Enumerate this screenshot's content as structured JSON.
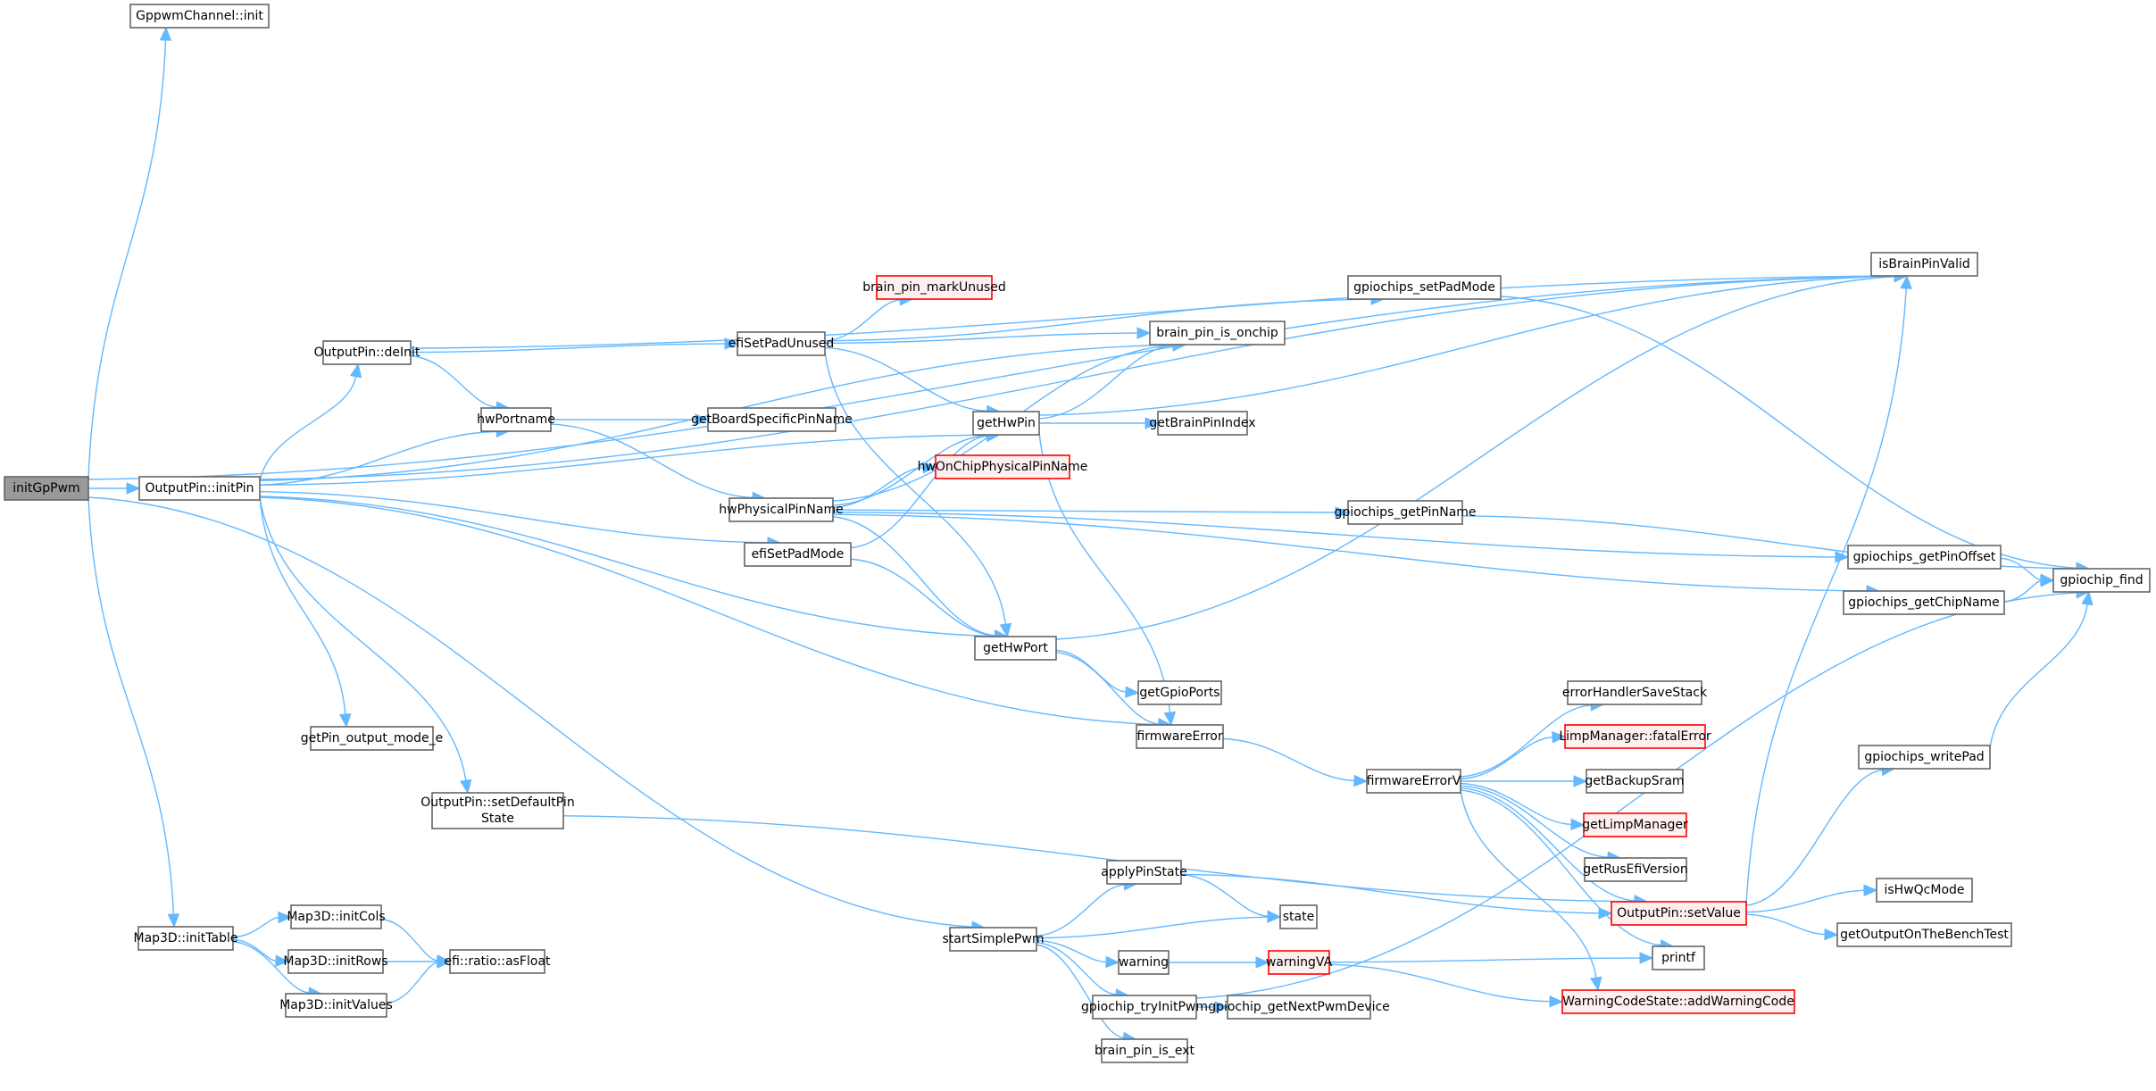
{
  "diagram": {
    "type": "call-graph",
    "root": "initGpPwm",
    "colors": {
      "edge": "#63b8ff",
      "node_border": "#666666",
      "root_fill": "#999999",
      "truncated_border": "#ff0000",
      "truncated_fill": "#fff0f0"
    },
    "nodes": [
      {
        "id": "initGpPwm",
        "label": "initGpPwm",
        "kind": "root"
      },
      {
        "id": "GppwmChannel_init",
        "label": "GppwmChannel::init",
        "kind": "normal"
      },
      {
        "id": "OutputPin_initPin",
        "label": "OutputPin::initPin",
        "kind": "normal"
      },
      {
        "id": "Map3D_initTable",
        "label": "Map3D::initTable",
        "kind": "normal"
      },
      {
        "id": "startSimplePwm",
        "label": "startSimplePwm",
        "kind": "normal"
      },
      {
        "id": "isBrainPinValid",
        "label": "isBrainPinValid",
        "kind": "normal"
      },
      {
        "id": "OutputPin_deInit",
        "label": "OutputPin::deInit",
        "kind": "normal"
      },
      {
        "id": "hwPortname",
        "label": "hwPortname",
        "kind": "normal"
      },
      {
        "id": "getHwPin",
        "label": "getHwPin",
        "kind": "normal"
      },
      {
        "id": "efiSetPadMode",
        "label": "efiSetPadMode",
        "kind": "normal"
      },
      {
        "id": "getHwPort",
        "label": "getHwPort",
        "kind": "normal"
      },
      {
        "id": "firmwareError",
        "label": "firmwareError",
        "kind": "normal"
      },
      {
        "id": "getPin_output_mode_e",
        "label": "getPin_output_mode_e",
        "kind": "normal"
      },
      {
        "id": "OutputPin_setDefaultPinState",
        "label": [
          "OutputPin::setDefaultPin",
          "State"
        ],
        "kind": "normal"
      },
      {
        "id": "brain_pin_is_onchip",
        "label": "brain_pin_is_onchip",
        "kind": "normal"
      },
      {
        "id": "efiSetPadUnused",
        "label": "efiSetPadUnused",
        "kind": "normal"
      },
      {
        "id": "brain_pin_markUnused",
        "label": "brain_pin_markUnused",
        "kind": "truncated"
      },
      {
        "id": "gpiochips_setPadMode",
        "label": "gpiochips_setPadMode",
        "kind": "normal"
      },
      {
        "id": "getBoardSpecificPinName",
        "label": "getBoardSpecificPinName",
        "kind": "normal"
      },
      {
        "id": "hwPhysicalPinName",
        "label": "hwPhysicalPinName",
        "kind": "normal"
      },
      {
        "id": "getBrainPinIndex",
        "label": "getBrainPinIndex",
        "kind": "normal"
      },
      {
        "id": "hwOnChipPhysicalPinName",
        "label": "hwOnChipPhysicalPinName",
        "kind": "truncated"
      },
      {
        "id": "gpiochips_getPinName",
        "label": "gpiochips_getPinName",
        "kind": "normal"
      },
      {
        "id": "gpiochips_getPinOffset",
        "label": "gpiochips_getPinOffset",
        "kind": "normal"
      },
      {
        "id": "gpiochips_getChipName",
        "label": "gpiochips_getChipName",
        "kind": "normal"
      },
      {
        "id": "gpiochip_find",
        "label": "gpiochip_find",
        "kind": "normal"
      },
      {
        "id": "getGpioPorts",
        "label": "getGpioPorts",
        "kind": "normal"
      },
      {
        "id": "firmwareErrorV",
        "label": "firmwareErrorV",
        "kind": "normal"
      },
      {
        "id": "errorHandlerSaveStack",
        "label": "errorHandlerSaveStack",
        "kind": "normal"
      },
      {
        "id": "LimpManager_fatalError",
        "label": "LimpManager::fatalError",
        "kind": "truncated"
      },
      {
        "id": "getBackupSram",
        "label": "getBackupSram",
        "kind": "normal"
      },
      {
        "id": "getLimpManager",
        "label": "getLimpManager",
        "kind": "truncated"
      },
      {
        "id": "getRusEfiVersion",
        "label": "getRusEfiVersion",
        "kind": "normal"
      },
      {
        "id": "OutputPin_setValue",
        "label": "OutputPin::setValue",
        "kind": "truncated"
      },
      {
        "id": "gpiochips_writePad",
        "label": "gpiochips_writePad",
        "kind": "normal"
      },
      {
        "id": "isHwQcMode",
        "label": "isHwQcMode",
        "kind": "normal"
      },
      {
        "id": "getOutputOnTheBenchTest",
        "label": "getOutputOnTheBenchTest",
        "kind": "normal"
      },
      {
        "id": "printf",
        "label": "printf",
        "kind": "normal"
      },
      {
        "id": "WarningCodeState_addWarningCode",
        "label": "WarningCodeState::addWarningCode",
        "kind": "truncated"
      },
      {
        "id": "applyPinState",
        "label": "applyPinState",
        "kind": "normal"
      },
      {
        "id": "state",
        "label": "state",
        "kind": "normal"
      },
      {
        "id": "warning",
        "label": "warning",
        "kind": "normal"
      },
      {
        "id": "warningVA",
        "label": "warningVA",
        "kind": "truncated"
      },
      {
        "id": "gpiochip_tryInitPwm",
        "label": "gpiochip_tryInitPwm",
        "kind": "normal"
      },
      {
        "id": "gpiochip_getNextPwmDevice",
        "label": "gpiochip_getNextPwmDevice",
        "kind": "normal"
      },
      {
        "id": "brain_pin_is_ext",
        "label": "brain_pin_is_ext",
        "kind": "normal"
      },
      {
        "id": "Map3D_initCols",
        "label": "Map3D::initCols",
        "kind": "normal"
      },
      {
        "id": "Map3D_initRows",
        "label": "Map3D::initRows",
        "kind": "normal"
      },
      {
        "id": "Map3D_initValues",
        "label": "Map3D::initValues",
        "kind": "normal"
      },
      {
        "id": "efi_ratio_asFloat",
        "label": "efi::ratio::asFloat",
        "kind": "normal"
      }
    ],
    "edges": [
      [
        "initGpPwm",
        "GppwmChannel_init"
      ],
      [
        "initGpPwm",
        "isBrainPinValid"
      ],
      [
        "initGpPwm",
        "OutputPin_initPin"
      ],
      [
        "initGpPwm",
        "Map3D_initTable"
      ],
      [
        "initGpPwm",
        "startSimplePwm"
      ],
      [
        "OutputPin_initPin",
        "isBrainPinValid"
      ],
      [
        "OutputPin_initPin",
        "brain_pin_is_onchip"
      ],
      [
        "OutputPin_initPin",
        "OutputPin_deInit"
      ],
      [
        "OutputPin_initPin",
        "hwPortname"
      ],
      [
        "OutputPin_initPin",
        "getHwPin"
      ],
      [
        "OutputPin_initPin",
        "efiSetPadMode"
      ],
      [
        "OutputPin_initPin",
        "getHwPort"
      ],
      [
        "OutputPin_initPin",
        "firmwareError"
      ],
      [
        "OutputPin_initPin",
        "getPin_output_mode_e"
      ],
      [
        "OutputPin_initPin",
        "OutputPin_setDefaultPinState"
      ],
      [
        "OutputPin_deInit",
        "isBrainPinValid"
      ],
      [
        "OutputPin_deInit",
        "efiSetPadUnused"
      ],
      [
        "OutputPin_deInit",
        "hwPortname"
      ],
      [
        "efiSetPadUnused",
        "brain_pin_markUnused"
      ],
      [
        "efiSetPadUnused",
        "gpiochips_setPadMode"
      ],
      [
        "efiSetPadUnused",
        "brain_pin_is_onchip"
      ],
      [
        "efiSetPadUnused",
        "getHwPin"
      ],
      [
        "efiSetPadUnused",
        "getHwPort"
      ],
      [
        "hwPortname",
        "getBoardSpecificPinName"
      ],
      [
        "hwPortname",
        "hwPhysicalPinName"
      ],
      [
        "hwPhysicalPinName",
        "brain_pin_is_onchip"
      ],
      [
        "hwPhysicalPinName",
        "getHwPin"
      ],
      [
        "hwPhysicalPinName",
        "hwOnChipPhysicalPinName"
      ],
      [
        "hwPhysicalPinName",
        "gpiochips_getPinName"
      ],
      [
        "hwPhysicalPinName",
        "gpiochips_getPinOffset"
      ],
      [
        "hwPhysicalPinName",
        "gpiochips_getChipName"
      ],
      [
        "hwPhysicalPinName",
        "getHwPort"
      ],
      [
        "efiSetPadMode",
        "getHwPin"
      ],
      [
        "efiSetPadMode",
        "getHwPort"
      ],
      [
        "getHwPin",
        "brain_pin_is_onchip"
      ],
      [
        "getHwPin",
        "isBrainPinValid"
      ],
      [
        "getHwPin",
        "getBrainPinIndex"
      ],
      [
        "getHwPin",
        "firmwareError"
      ],
      [
        "getHwPort",
        "isBrainPinValid"
      ],
      [
        "getHwPort",
        "getGpioPorts"
      ],
      [
        "getHwPort",
        "firmwareError"
      ],
      [
        "firmwareError",
        "firmwareErrorV"
      ],
      [
        "gpiochips_setPadMode",
        "gpiochip_find"
      ],
      [
        "gpiochips_getPinName",
        "gpiochip_find"
      ],
      [
        "gpiochips_getPinOffset",
        "gpiochip_find"
      ],
      [
        "gpiochips_getChipName",
        "gpiochip_find"
      ],
      [
        "firmwareErrorV",
        "errorHandlerSaveStack"
      ],
      [
        "firmwareErrorV",
        "LimpManager_fatalError"
      ],
      [
        "firmwareErrorV",
        "getBackupSram"
      ],
      [
        "firmwareErrorV",
        "getLimpManager"
      ],
      [
        "firmwareErrorV",
        "getRusEfiVersion"
      ],
      [
        "firmwareErrorV",
        "OutputPin_setValue"
      ],
      [
        "firmwareErrorV",
        "printf"
      ],
      [
        "firmwareErrorV",
        "WarningCodeState_addWarningCode"
      ],
      [
        "OutputPin_setDefaultPinState",
        "OutputPin_setValue"
      ],
      [
        "OutputPin_setValue",
        "isBrainPinValid"
      ],
      [
        "OutputPin_setValue",
        "gpiochips_writePad"
      ],
      [
        "OutputPin_setValue",
        "isHwQcMode"
      ],
      [
        "OutputPin_setValue",
        "getOutputOnTheBenchTest"
      ],
      [
        "gpiochips_writePad",
        "gpiochip_find"
      ],
      [
        "startSimplePwm",
        "applyPinState"
      ],
      [
        "startSimplePwm",
        "state"
      ],
      [
        "startSimplePwm",
        "warning"
      ],
      [
        "startSimplePwm",
        "gpiochip_tryInitPwm"
      ],
      [
        "startSimplePwm",
        "brain_pin_is_ext"
      ],
      [
        "applyPinState",
        "state"
      ],
      [
        "applyPinState",
        "OutputPin_setValue"
      ],
      [
        "warning",
        "warningVA"
      ],
      [
        "warningVA",
        "printf"
      ],
      [
        "warningVA",
        "WarningCodeState_addWarningCode"
      ],
      [
        "gpiochip_tryInitPwm",
        "gpiochip_getNextPwmDevice"
      ],
      [
        "gpiochip_tryInitPwm",
        "gpiochip_find"
      ],
      [
        "Map3D_initTable",
        "Map3D_initCols"
      ],
      [
        "Map3D_initTable",
        "Map3D_initRows"
      ],
      [
        "Map3D_initTable",
        "Map3D_initValues"
      ],
      [
        "Map3D_initCols",
        "efi_ratio_asFloat"
      ],
      [
        "Map3D_initRows",
        "efi_ratio_asFloat"
      ],
      [
        "Map3D_initValues",
        "efi_ratio_asFloat"
      ]
    ]
  }
}
